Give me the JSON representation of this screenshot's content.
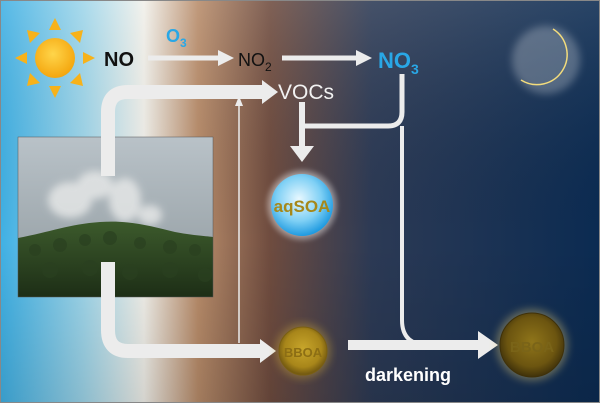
{
  "colors": {
    "day_sky": "#47b3e6",
    "dusk": "#9c6a4f",
    "night": "#0c2a52",
    "accent_blue": "#29a7e6",
    "gold": "#b08f1c",
    "arrow": "#e9e9e9"
  },
  "icons": {
    "sun": "sun-icon",
    "moon": "crescent-moon-icon",
    "photo": "forest-fire-smoke-photo"
  },
  "labels": {
    "no": "NO",
    "o3": "O",
    "o3_sub": "3",
    "no2": "NO",
    "no2_sub": "2",
    "no3": "NO",
    "no3_sub": "3",
    "vocs": "VOCs",
    "aqsoa": "aqSOA",
    "bboa": "BBOA",
    "bboa_dark": "BBOA",
    "darkening": "darkening"
  }
}
